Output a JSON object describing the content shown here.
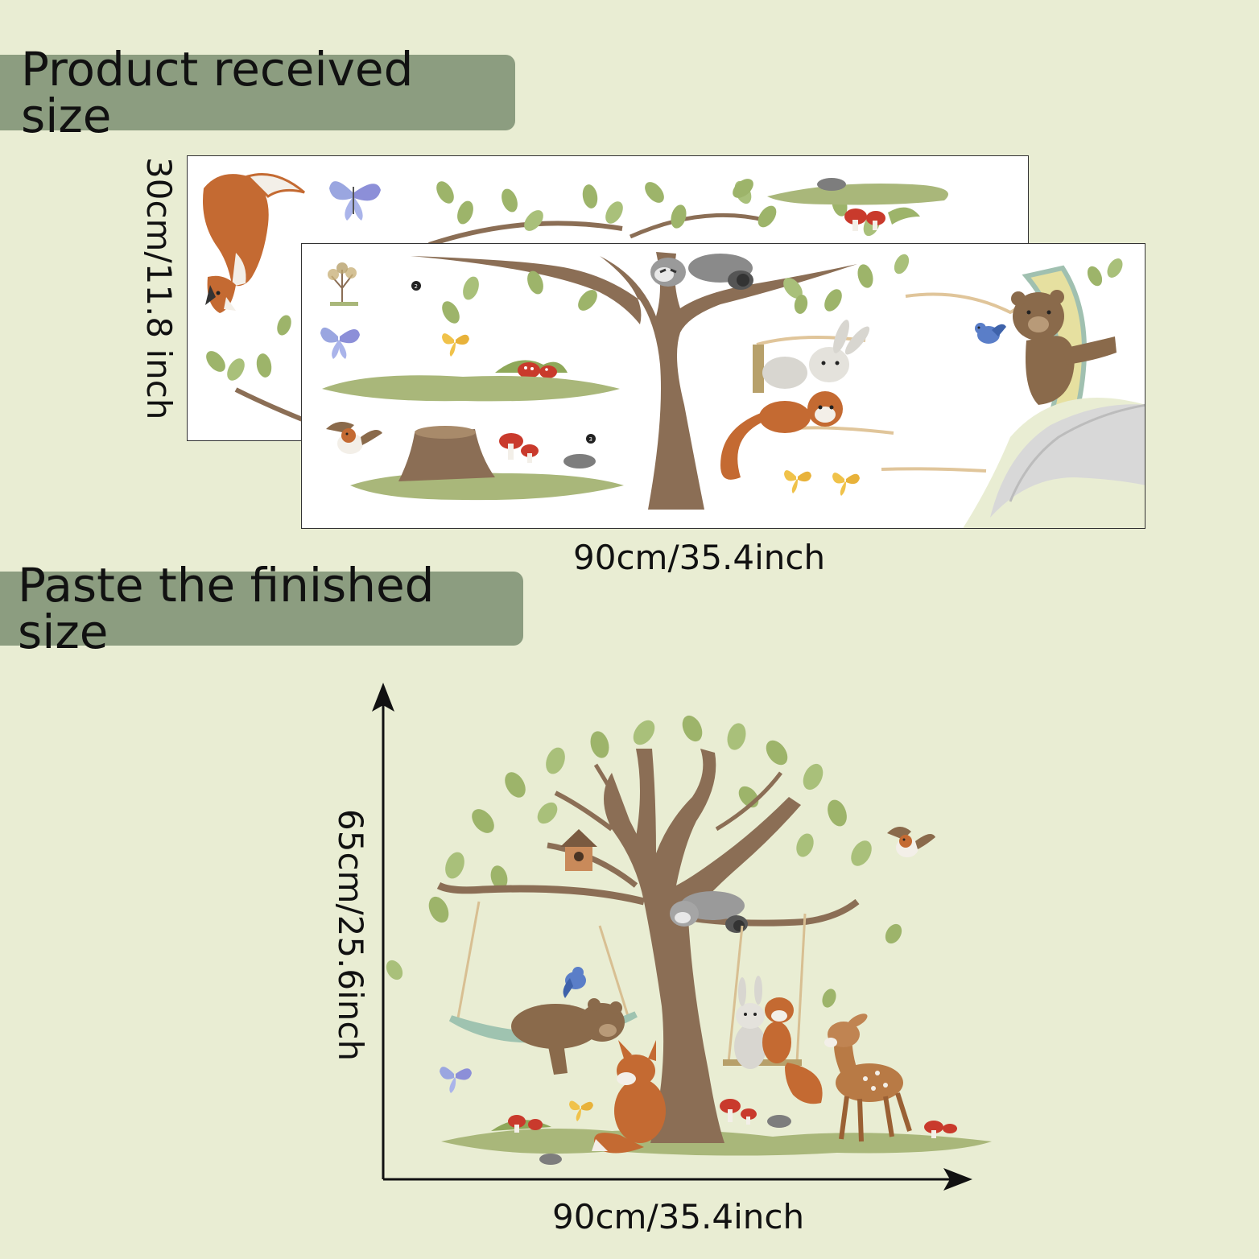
{
  "banners": {
    "received": "Product received size",
    "finished": "Paste the finished size"
  },
  "dimensions": {
    "received_height": "30cm/11.8 inch",
    "received_width": "90cm/35.4inch",
    "finished_height": "65cm/25.6inch",
    "finished_width": "90cm/35.4inch"
  },
  "sheet_numbers": [
    "2",
    "3"
  ],
  "icons": [
    "fox-icon",
    "butterfly-icon",
    "tree-icon",
    "raccoon-icon",
    "bear-icon",
    "bunny-icon",
    "squirrel-icon",
    "bird-icon",
    "mushroom-icon",
    "deer-icon",
    "birdhouse-icon",
    "peeled-corner-icon",
    "arrow-up-icon",
    "arrow-right-icon"
  ],
  "colors": {
    "background": "#e9edd3",
    "banner": "#8c9d80",
    "leaf": "#9db46a",
    "trunk": "#8b6e55",
    "grass": "#a9b77a",
    "fox": "#c46a32",
    "bear": "#8a6a4b",
    "mushroom": "#c93a2c"
  }
}
